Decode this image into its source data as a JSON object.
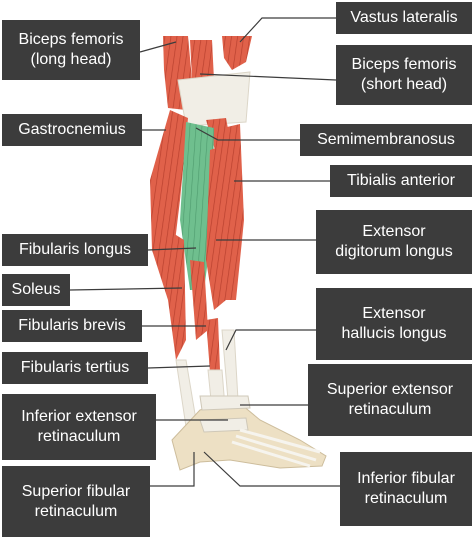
{
  "diagram": {
    "labels": {
      "biceps_femoris_long": "Biceps femoris\n(long head)",
      "vastus_lateralis": "Vastus lateralis",
      "biceps_femoris_short": "Biceps femoris\n(short head)",
      "gastrocnemius": "Gastrocnemius",
      "semimembranosus": "Semimembranosus",
      "tibialis_anterior": "Tibialis anterior",
      "fibularis_longus": "Fibularis longus",
      "extensor_digitorum_longus": "Extensor\ndigitorum longus",
      "soleus": "Soleus",
      "fibularis_brevis": "Fibularis brevis",
      "extensor_hallucis_longus": "Extensor\nhallucis longus",
      "fibularis_tertius": "Fibularis tertius",
      "superior_extensor_retinaculum": "Superior extensor\nretinaculum",
      "inferior_extensor_retinaculum": "Inferior extensor\nretinaculum",
      "superior_fibular_retinaculum": "Superior fibular\nretinaculum",
      "inferior_fibular_retinaculum": "Inferior fibular\nretinaculum"
    },
    "colors": {
      "label_bg": "#3c3c3c",
      "label_text": "#ffffff",
      "leader_line": "#3c3c3c",
      "muscle": "#e0614a",
      "muscle_dark": "#b8402e",
      "highlight": "#6fbf8e",
      "tendon": "#f1eee6",
      "bone": "#ede0c4"
    }
  }
}
